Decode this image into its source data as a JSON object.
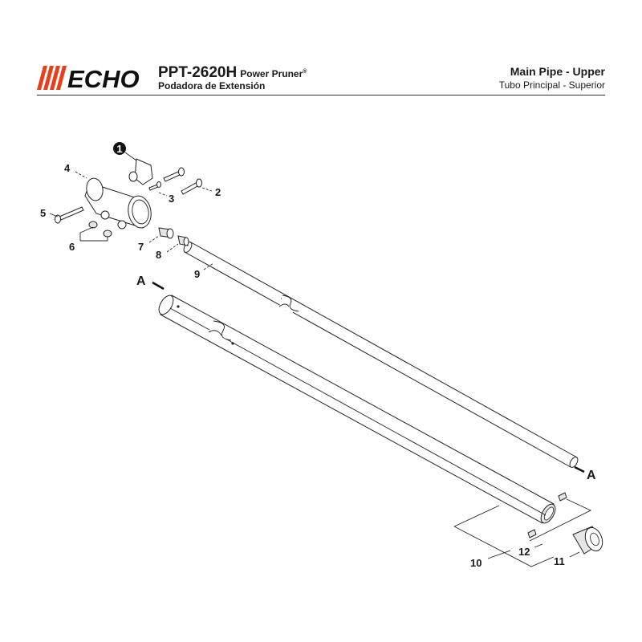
{
  "brand": {
    "name": "ECHO",
    "accent": "#e8401c"
  },
  "header": {
    "model": "PPT-2620H",
    "product": "Power Pruner",
    "registered": "®",
    "subtitle": "Podadora de Extensión",
    "section_title": "Main Pipe - Upper",
    "section_subtitle": "Tubo Principal - Superior"
  },
  "callouts": {
    "c1": "1",
    "c2": "2",
    "c3": "3",
    "c4": "4",
    "c5": "5",
    "c6": "6",
    "c7": "7",
    "c8": "8",
    "c9": "9",
    "c10": "10",
    "c11": "11",
    "c12": "12"
  },
  "refs": {
    "a_left": "A",
    "a_right": "A"
  }
}
